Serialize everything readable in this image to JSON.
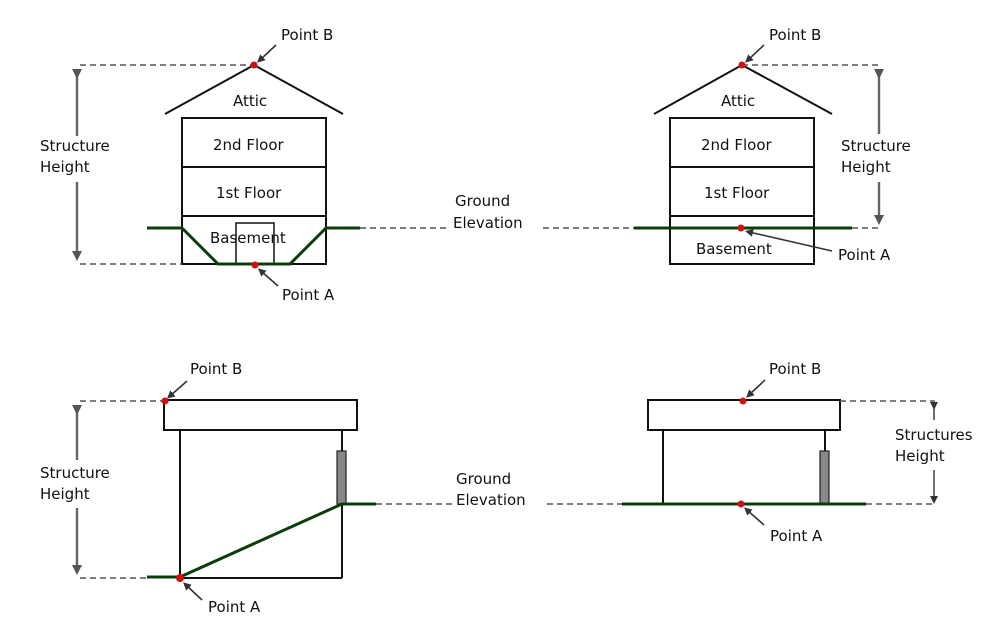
{
  "colors": {
    "ground": "#0b3d0b",
    "point_marker": "#d01010",
    "outline": "#111111",
    "dimension": "#666666"
  },
  "labels": {
    "point_a": "Point A",
    "point_b": "Point B",
    "ground_elevation_1": "Ground",
    "ground_elevation_2": "Elevation",
    "structure_height_1": "Structure",
    "structure_height_2": "Height",
    "structures_height_1": "Structures",
    "attic": "Attic",
    "second_floor": "2nd Floor",
    "first_floor": "1st Floor",
    "basement": "Basement"
  },
  "panels": [
    {
      "id": "house-sunken-basement",
      "height_label": "Structure Height"
    },
    {
      "id": "house-at-grade-basement",
      "height_label": "Structure Height"
    },
    {
      "id": "elevated-sloped-grade",
      "height_label": "Structure Height"
    },
    {
      "id": "elevated-flat-grade",
      "height_label": "Structures Height"
    }
  ]
}
